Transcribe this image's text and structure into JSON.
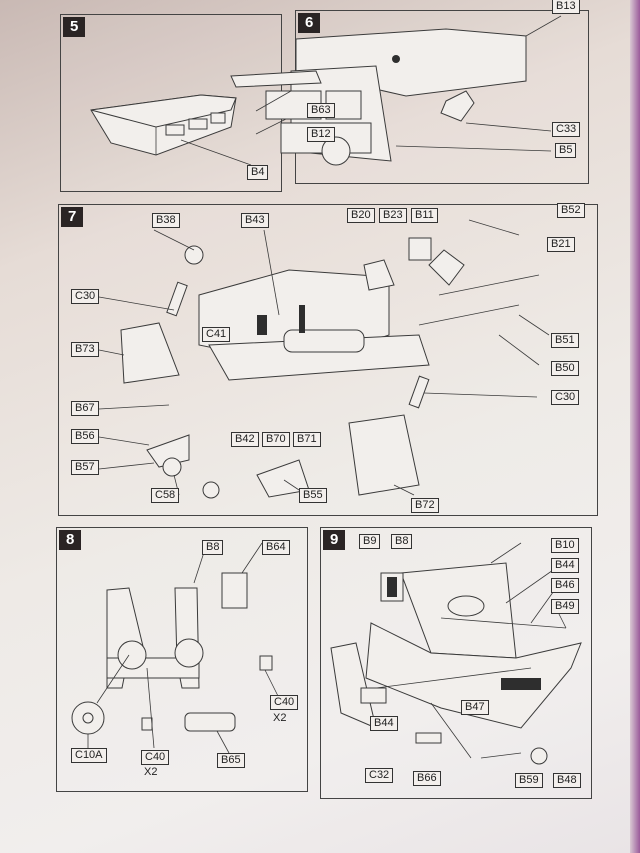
{
  "document": {
    "type": "model kit assembly instructions",
    "steps": [
      {
        "number": "5",
        "labels": [
          "B4"
        ]
      },
      {
        "number": "6",
        "labels": [
          "B13",
          "B63",
          "B12",
          "C33",
          "B5"
        ]
      },
      {
        "number": "7",
        "labels": [
          "B38",
          "B43",
          "B20",
          "B23",
          "B11",
          "B52",
          "B21",
          "C30",
          "B73",
          "C41",
          "B51",
          "B50",
          "B67",
          "C30",
          "B56",
          "B42",
          "B70",
          "B71",
          "B57",
          "C58",
          "B55",
          "B72"
        ]
      },
      {
        "number": "8",
        "labels": [
          "B8",
          "B64",
          "C10A",
          "C40",
          "C40",
          "B65"
        ],
        "quantities": [
          "X2",
          "X2"
        ]
      },
      {
        "number": "9",
        "labels": [
          "B9",
          "B8",
          "B10",
          "B44",
          "B46",
          "B49",
          "B47",
          "B44",
          "C32",
          "B66",
          "B59",
          "B48"
        ]
      }
    ]
  }
}
